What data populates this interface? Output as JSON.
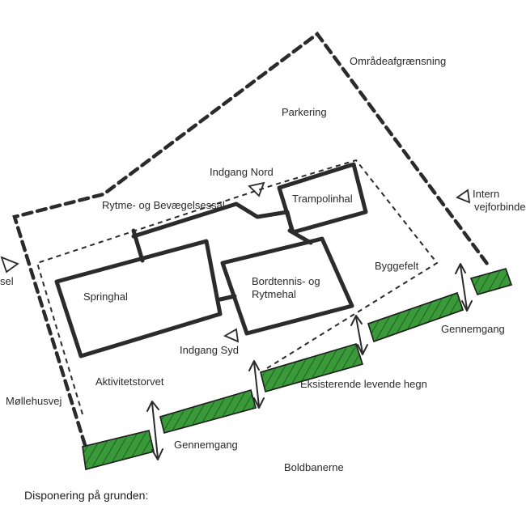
{
  "caption": "Disponering på grunden:",
  "labels": {
    "omraadeafgraensning": "Områdeafgrænsning",
    "parkering": "Parkering",
    "indgang_nord": "Indgang Nord",
    "trampolinhal": "Trampolinhal",
    "intern_vejforbindelse": "vejforbindelse",
    "intern": "Intern",
    "rytme_bevaegelsessal": "Rytme- og Bevægelsessal",
    "byggefelt": "Byggefelt",
    "sal_fragment": "sel",
    "springhal": "Springhal",
    "bordtennis_line1": "Bordtennis- og",
    "bordtennis_line2": "Rytmehal",
    "gennemgang_east": "Gennemgang",
    "indgang_syd": "Indgang Syd",
    "aktivitetstorvet": "Aktivitetstorvet",
    "eksisterende_hegn": "Eksisterende levende hegn",
    "moellehusvej": "Møllehusvej",
    "gennemgang_south": "Gennemgang",
    "boldbanerne": "Boldbanerne"
  },
  "colors": {
    "ink": "#2b2b2b",
    "hedge_green": "#3a9a3a",
    "hedge_dark": "#1f5f1f"
  }
}
